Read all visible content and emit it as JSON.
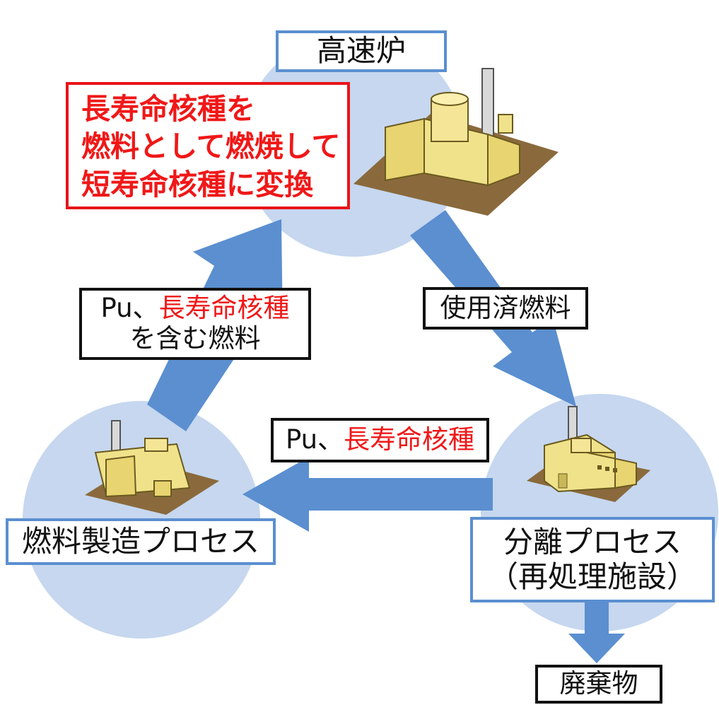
{
  "colors": {
    "circle_fill": "#c6d7ef",
    "arrow_fill": "#5b8fd0",
    "node_label_border": "#5b8fd0",
    "arrow_label_border": "#111111",
    "emphasis_text": "#f01818",
    "note_border": "#e8141a",
    "building_fill": "#f0e28a",
    "ground_fill": "#8a6a3c"
  },
  "nodes": {
    "fast_reactor": {
      "label": "高速炉",
      "icon": "reactor-building-icon"
    },
    "fuel_fabrication": {
      "label": "燃料製造プロセス",
      "icon": "factory-building-icon"
    },
    "separation": {
      "label_line1": "分離プロセス",
      "label_line2": "（再処理施設）",
      "icon": "reprocessing-plant-icon"
    }
  },
  "note": {
    "line1": "長寿命核種を",
    "line2": "燃料として燃焼して",
    "line3": "短寿命核種に変換"
  },
  "arrows": {
    "fuel_to_reactor": {
      "prefix": "Pu、",
      "highlight": "長寿命核種",
      "line2": "を含む燃料"
    },
    "reactor_to_separation": {
      "text": "使用済燃料"
    },
    "separation_to_fuel": {
      "prefix": "Pu、",
      "highlight": "長寿命核種"
    },
    "separation_to_waste": {
      "target": "廃棄物"
    }
  }
}
